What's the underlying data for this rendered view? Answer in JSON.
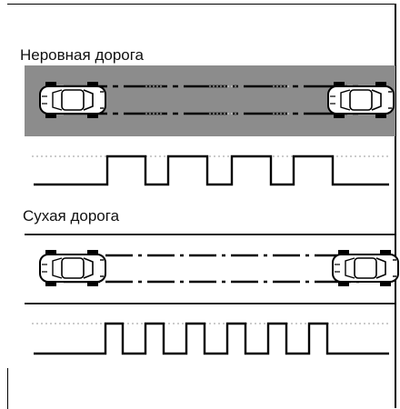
{
  "sections": [
    {
      "title": "Неровная дорога",
      "surface": "rough",
      "pulse_count": 4
    },
    {
      "title": "Сухая дорога",
      "surface": "dry",
      "pulse_count": 6
    }
  ],
  "colors": {
    "rough_road": "#8c8c8c",
    "line": "#000000",
    "dotted": "#9a9a9a",
    "vehicle": "#ffffff"
  },
  "icons": [
    "vehicle-top-view-icon"
  ]
}
